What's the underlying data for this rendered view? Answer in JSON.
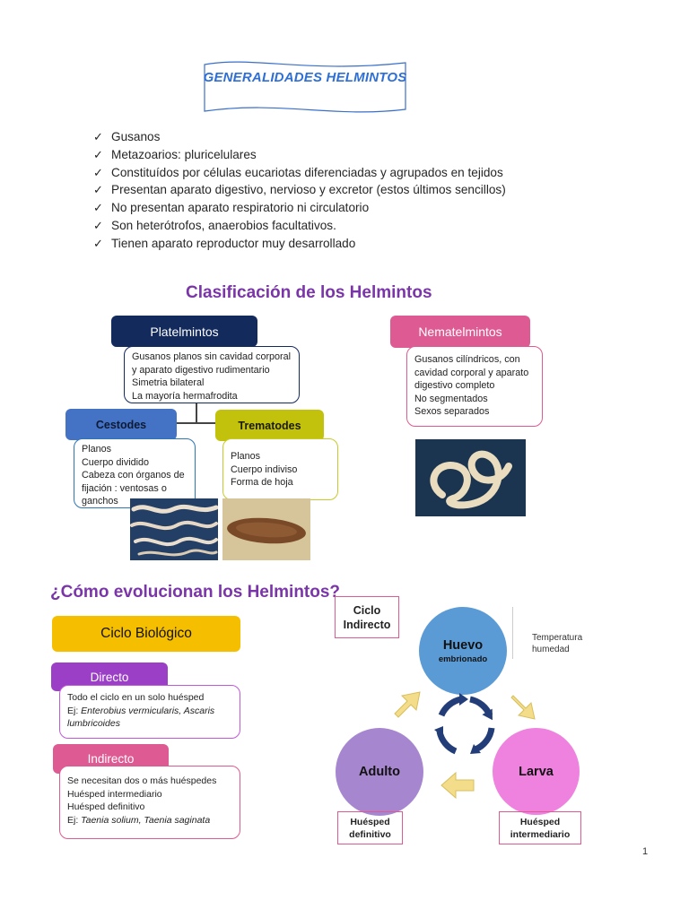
{
  "banner": {
    "title": "GENERALIDADES HELMINTOS"
  },
  "bullets": [
    "Gusanos",
    "Metazoarios: pluricelulares",
    "Constituídos por células eucariotas diferenciadas y agrupados en tejidos",
    "Presentan aparato digestivo, nervioso  y excretor (estos últimos sencillos)",
    "No presentan aparato respiratorio ni circulatorio",
    "Son heterótrofos, anaerobios facultativos.",
    "Tienen aparato reproductor muy desarrollado"
  ],
  "classification": {
    "title": "Clasificación de los Helmintos",
    "platelmintos": {
      "label": "Platelmintos",
      "lines": [
        "Gusanos planos sin cavidad corporal",
        "y aparato digestivo rudimentario",
        "Simetria bilateral",
        "La mayoría hermafrodita"
      ]
    },
    "nematelmintos": {
      "label": "Nematelmintos",
      "lines": [
        "Gusanos cilíndricos, con",
        "cavidad corporal y aparato",
        "digestivo completo",
        "No segmentados",
        "Sexos separados"
      ]
    },
    "cestodes": {
      "label": "Cestodes",
      "lines": [
        "Planos",
        "Cuerpo dividido",
        "Cabeza con órganos de",
        "fijación : ventosas o",
        "ganchos"
      ]
    },
    "trematodes": {
      "label": "Trematodes",
      "lines": [
        "Planos",
        "Cuerpo indiviso",
        "Forma de hoja"
      ]
    }
  },
  "evolution": {
    "title": "¿Cómo evolucionan los Helmintos?",
    "ciclo_label": "Ciclo Biológico",
    "directo": {
      "label": "Directo",
      "line1": "Todo el ciclo en un solo huésped",
      "ej_prefix": "Ej: ",
      "ej_species_1": "Enterobius vermicularis, Ascaris",
      "ej_species_2": "lumbricoides"
    },
    "indirecto": {
      "label": "Indirecto",
      "lines": [
        "Se necesitan dos o más huéspedes",
        "Huésped intermediario",
        "Huésped definitivo"
      ],
      "ej_prefix": "Ej: ",
      "ej_species": "Taenia solium, Taenia saginata"
    }
  },
  "cycle_diagram": {
    "type_line1": "Ciclo",
    "type_line2": "Indirecto",
    "huevo": {
      "label": "Huevo",
      "sub": "embrionado"
    },
    "larva": {
      "label": "Larva"
    },
    "adulto": {
      "label": "Adulto"
    },
    "conditions_line1": "Temperatura",
    "conditions_line2": "humedad",
    "host_definitive_line1": "Huésped",
    "host_definitive_line2": "definitivo",
    "host_intermediate_line1": "Huésped",
    "host_intermediate_line2": "intermediario"
  },
  "page_number": "1",
  "colors": {
    "title_purple": "#7a35a8",
    "navy": "#132a5c",
    "pink": "#dd5b92",
    "blue": "#4472c4",
    "olive": "#c2c20c",
    "gold": "#f5bf00",
    "violet": "#9a3fc6",
    "arrow_yellow": "#f3dc8a",
    "cycle_arrow_navy": "#223d78"
  }
}
